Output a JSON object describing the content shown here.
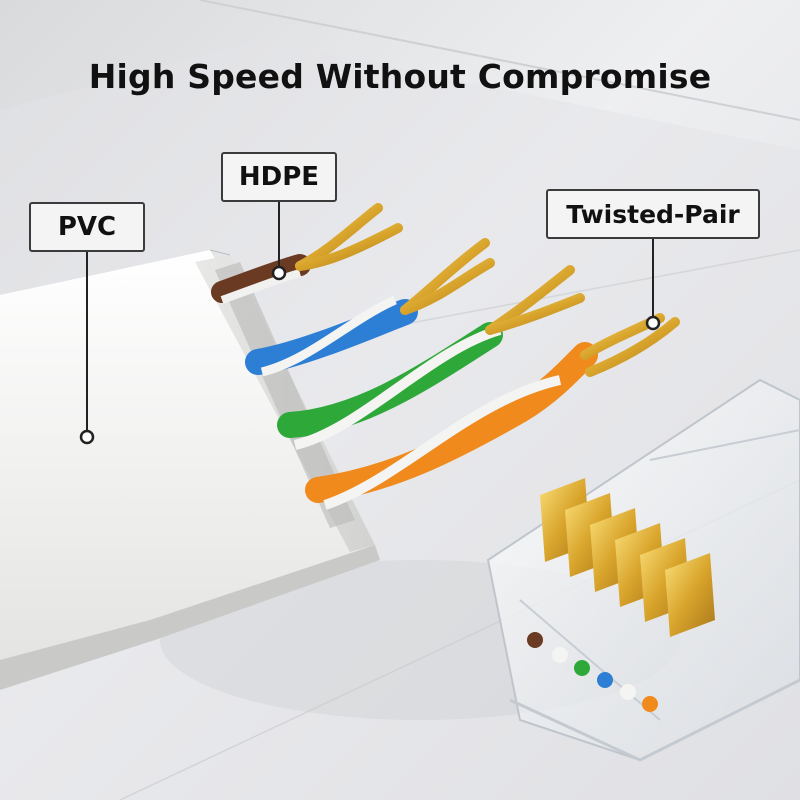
{
  "title": "High Speed Without Compromise",
  "labels": {
    "pvc": "PVC",
    "hdpe": "HDPE",
    "twisted_pair": "Twisted-Pair"
  },
  "colors": {
    "background": "#e9eaec",
    "jacket": "#f2f2f0",
    "wire_brown": "#6b3a22",
    "wire_blue": "#2d7fd6",
    "wire_green": "#2fa83a",
    "wire_orange": "#f08a1c",
    "copper": "#d9a52c",
    "gold_contact": "#e0b32a"
  }
}
